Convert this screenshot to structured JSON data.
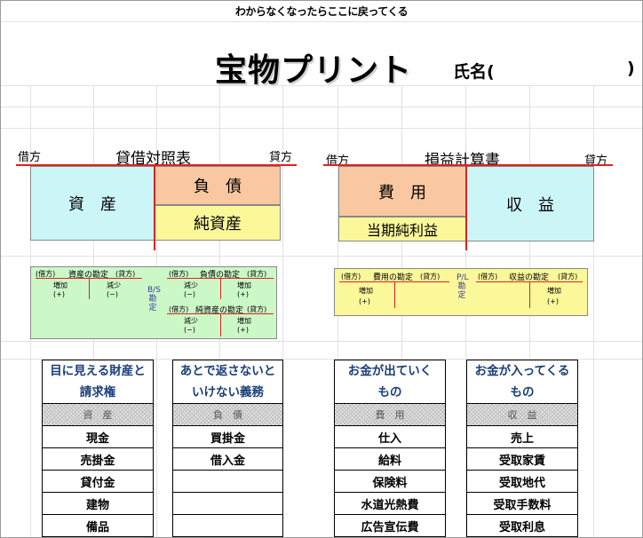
{
  "header": {
    "top_link": "わからなくなったらここに戻ってくる",
    "title": "宝物プリント",
    "name_label": "氏名(",
    "name_close": ")"
  },
  "balance_sheet": {
    "debit_label": "借方",
    "title": "貸借対照表",
    "credit_label": "貸方",
    "assets": "資　産",
    "liabilities": "負　債",
    "net_assets": "純資産"
  },
  "income_statement": {
    "debit_label": "借方",
    "title": "損益計算書",
    "credit_label": "貸方",
    "expenses": "費　用",
    "net_income": "当期純利益",
    "revenue": "収　益"
  },
  "bs_accounts": {
    "side_label": "B/S勘定",
    "side_chars": [
      "B/S",
      "勘",
      "定"
    ],
    "asset": {
      "debit": "(借方)",
      "title": "資産の勘定",
      "credit": "(貸方)",
      "left_top": "増加",
      "left_bottom": "(+)",
      "right_top": "減少",
      "right_bottom": "(−)"
    },
    "liability": {
      "debit": "(借方)",
      "title": "負債の勘定",
      "credit": "(貸方)",
      "left_top": "減少",
      "left_bottom": "(−)",
      "right_top": "増加",
      "right_bottom": "(+)"
    },
    "net_asset": {
      "debit": "(借方)",
      "title": "純資産の勘定",
      "credit": "(貸方)",
      "left_top": "減少",
      "left_bottom": "(−)",
      "right_top": "増加",
      "right_bottom": "(+)"
    }
  },
  "pl_accounts": {
    "side_chars": [
      "P/L",
      "勘",
      "定"
    ],
    "expense": {
      "debit": "(借方)",
      "title": "費用の勘定",
      "credit": "(貸方)",
      "left_top": "増加",
      "left_bottom": "(+)"
    },
    "revenue": {
      "debit": "(借方)",
      "title": "収益の勘定",
      "credit": "(貸方)",
      "right_top": "増加",
      "right_bottom": "(+)"
    }
  },
  "columns": [
    {
      "head": [
        "目に見える財産と",
        "請求権"
      ],
      "category": "資　産",
      "items": [
        "現金",
        "売掛金",
        "貸付金",
        "建物",
        "備品"
      ]
    },
    {
      "head": [
        "あとで返さないと",
        "いけない義務"
      ],
      "category": "負　債",
      "items": [
        "買掛金",
        "借入金",
        "",
        "",
        ""
      ]
    },
    {
      "head": [
        "お金が出ていく",
        "もの"
      ],
      "category": "費　用",
      "items": [
        "仕入",
        "給料",
        "保険料",
        "水道光熱費",
        "広告宣伝費"
      ]
    },
    {
      "head": [
        "お金が入ってくる",
        "もの"
      ],
      "category": "収　益",
      "items": [
        "売上",
        "受取家賃",
        "受取地代",
        "受取手数料",
        "受取利息"
      ]
    }
  ]
}
